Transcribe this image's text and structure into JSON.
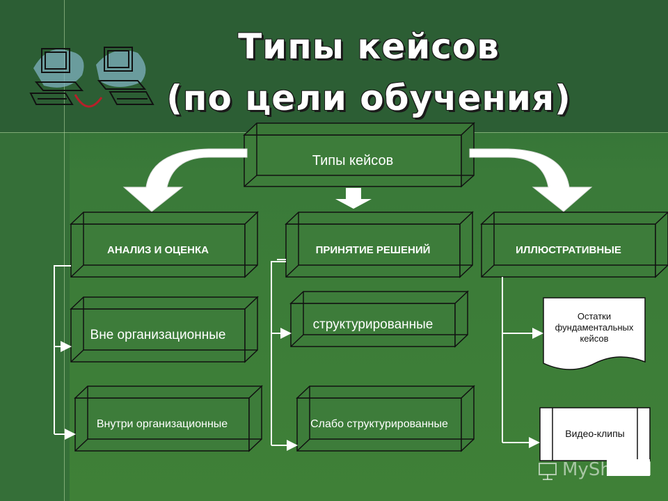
{
  "title": {
    "line1": "Типы кейсов",
    "line2": "(по цели обучения)"
  },
  "diagram": {
    "root": "Типы кейсов",
    "categories": [
      {
        "label": "АНАЛИЗ И ОЦЕНКА",
        "children": [
          "Вне организационные",
          "Внутри организационные"
        ]
      },
      {
        "label": "ПРИНЯТИЕ РЕШЕНИЙ",
        "children": [
          "структурированные",
          "Слабо структурированные"
        ]
      },
      {
        "label": "ИЛЛЮСТРАТИВНЫЕ",
        "children": [
          "Остатки фундаментальных кейсов",
          "Видео-клипы"
        ]
      }
    ]
  },
  "watermark": {
    "text": "MyShared",
    "icon": "presentation-board-icon"
  },
  "colors": {
    "background": "#3a7a39",
    "box_stroke": "#111111",
    "arrow_fill": "#ffffff"
  }
}
